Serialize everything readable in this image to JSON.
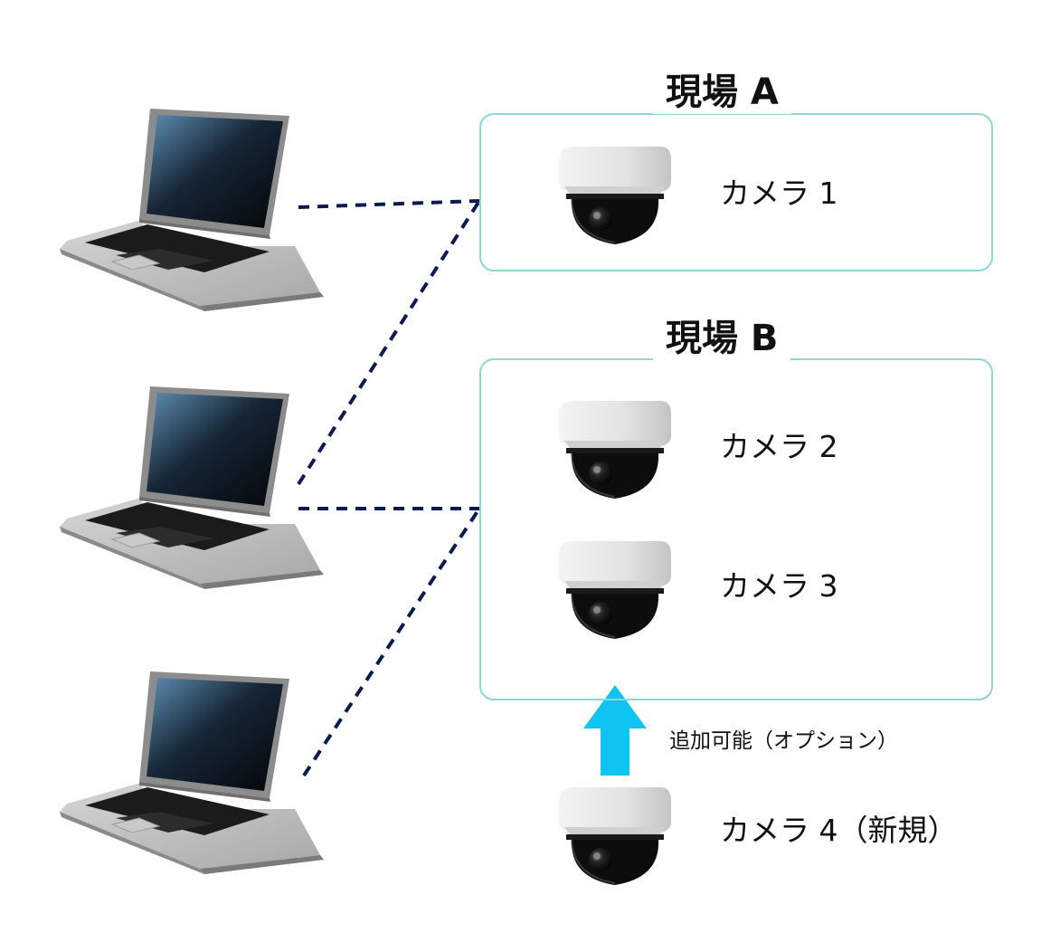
{
  "sites": [
    {
      "title": "現場 A",
      "cameras": [
        {
          "label": "カメラ 1"
        }
      ]
    },
    {
      "title": "現場 B",
      "cameras": [
        {
          "label": "カメラ 2"
        },
        {
          "label": "カメラ 3"
        }
      ]
    }
  ],
  "new_camera": {
    "label": "カメラ 4（新規）"
  },
  "add_note": "追加可能（オプション）",
  "colors": {
    "box_border": "#8ed6d3",
    "connection_line": "#0c1a52",
    "arrow": "#0fc4f2"
  },
  "icons": [
    "laptop-icon",
    "dome-camera-icon",
    "arrow-up-icon"
  ]
}
